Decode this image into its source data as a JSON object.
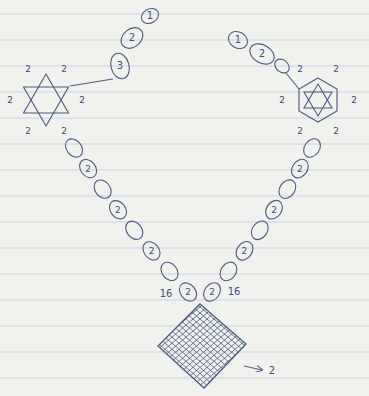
{
  "diagram": {
    "labels": [
      "1",
      "2",
      "3",
      "1",
      "2",
      "2",
      "2",
      "2",
      "2",
      "2",
      "2",
      "2",
      "2",
      "2",
      "2",
      "2",
      "2",
      "2",
      "2",
      "2",
      "2",
      "2",
      "2",
      "2",
      "2",
      "16",
      "16",
      "2"
    ]
  }
}
